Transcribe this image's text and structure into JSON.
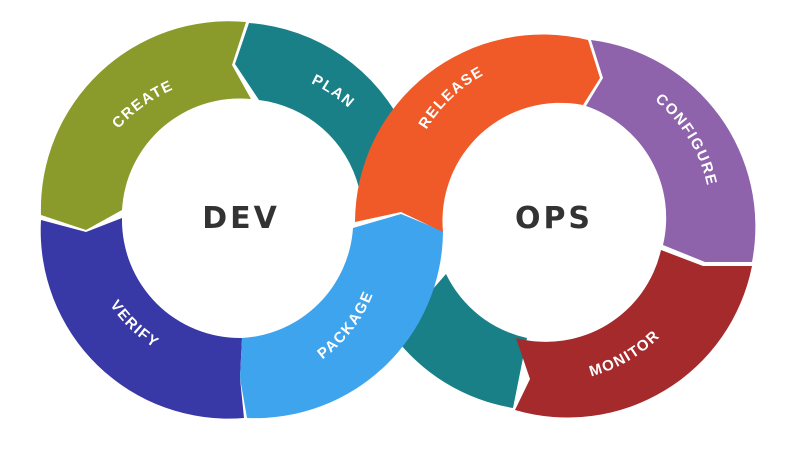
{
  "hubs": {
    "dev": "DEV",
    "ops": "OPS"
  },
  "segments": {
    "create": {
      "label": "CREATE",
      "color": "#8a9a2b"
    },
    "plan": {
      "label": "PLAN",
      "color": "#1a8088"
    },
    "verify": {
      "label": "VERIFY",
      "color": "#3838a6"
    },
    "package": {
      "label": "PACKAGE",
      "color": "#3fa4ee"
    },
    "release": {
      "label": "RELEASE",
      "color": "#f05a28"
    },
    "configure": {
      "label": "CONFIGURE",
      "color": "#8e63ac"
    },
    "monitor": {
      "label": "MONITOR",
      "color": "#a42a2c"
    },
    "ops_lower": {
      "label": "",
      "color": "#1a8088"
    }
  }
}
